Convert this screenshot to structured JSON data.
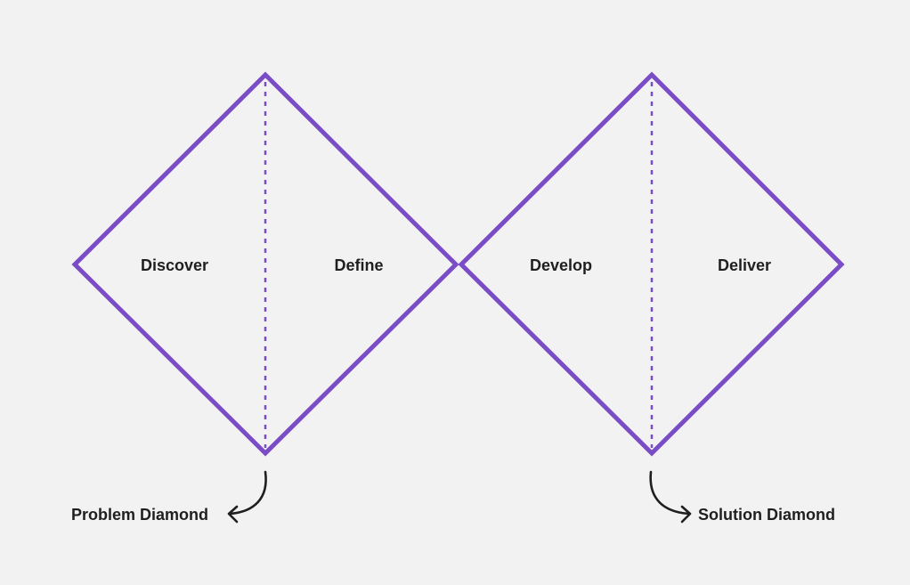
{
  "colors": {
    "background": "#f2f2f2",
    "diamond_stroke": "#7a4cc5",
    "divider_stroke": "#7a4cc5",
    "text": "#1f1f1f",
    "arrow": "#1f1f1f"
  },
  "diamonds": [
    {
      "left_phase": "Discover",
      "right_phase": "Define",
      "caption": "Problem Diamond"
    },
    {
      "left_phase": "Develop",
      "right_phase": "Deliver",
      "caption": "Solution Diamond"
    }
  ]
}
